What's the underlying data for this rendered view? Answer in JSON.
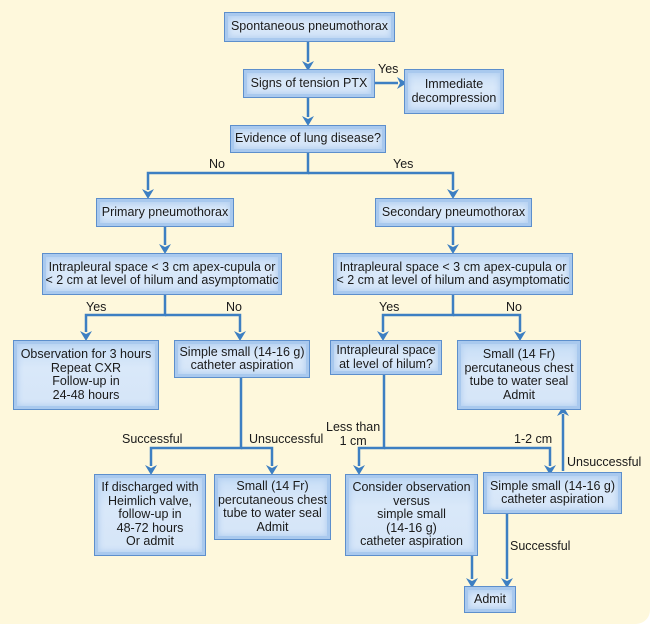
{
  "title": "Spontaneous pneumothorax management algorithm",
  "colors": {
    "background": "#fef8dc",
    "line": "#3d7fc2",
    "box_border": "#5d8fcc",
    "box_fill": "#d5e5f8"
  },
  "nodes": {
    "start": "Spontaneous pneumothorax",
    "tension": "Signs of tension PTX",
    "decompression": "Immediate\ndecompression",
    "lung_disease": "Evidence of lung disease?",
    "primary": "Primary pneumothorax",
    "secondary": "Secondary pneumothorax",
    "primary_size": "Intrapleural space < 3 cm apex-cupula or\n< 2 cm at level of hilum and asymptomatic",
    "secondary_size": "Intrapleural space < 3 cm apex-cupula or\n< 2 cm at level of hilum and asymptomatic",
    "observation": "Observation for 3 hours\nRepeat CXR\nFollow-up in\n24-48 hours",
    "primary_aspiration": "Simple small (14-16 g)\ncatheter aspiration",
    "hilum_question": "Intrapleural space\nat level of hilum?",
    "secondary_chest_tube": "Small (14 Fr)\npercutaneous chest\ntube to water seal\nAdmit",
    "heimlich": "If discharged with\nHeimlich valve,\nfollow-up in\n48-72 hours\nOr admit",
    "primary_chest_tube": "Small (14 Fr)\npercutaneous chest\ntube to water seal\nAdmit",
    "consider_observation": "Consider observation\nversus\nsimple small\n(14-16 g)\ncatheter aspiration",
    "secondary_aspiration": "Simple small (14-16 g)\ncatheter aspiration",
    "admit": "Admit"
  },
  "edge_labels": {
    "tension_yes": "Yes",
    "lung_no": "No",
    "lung_yes": "Yes",
    "primary_yes": "Yes",
    "primary_no": "No",
    "secondary_yes": "Yes",
    "secondary_no": "No",
    "aspiration_successful": "Successful",
    "aspiration_unsuccessful": "Unsuccessful",
    "hilum_less_than_1cm": "Less than\n1 cm",
    "hilum_1_2cm": "1-2 cm",
    "secondary_aspiration_unsuccessful": "Unsuccessful",
    "secondary_aspiration_successful": "Successful"
  }
}
